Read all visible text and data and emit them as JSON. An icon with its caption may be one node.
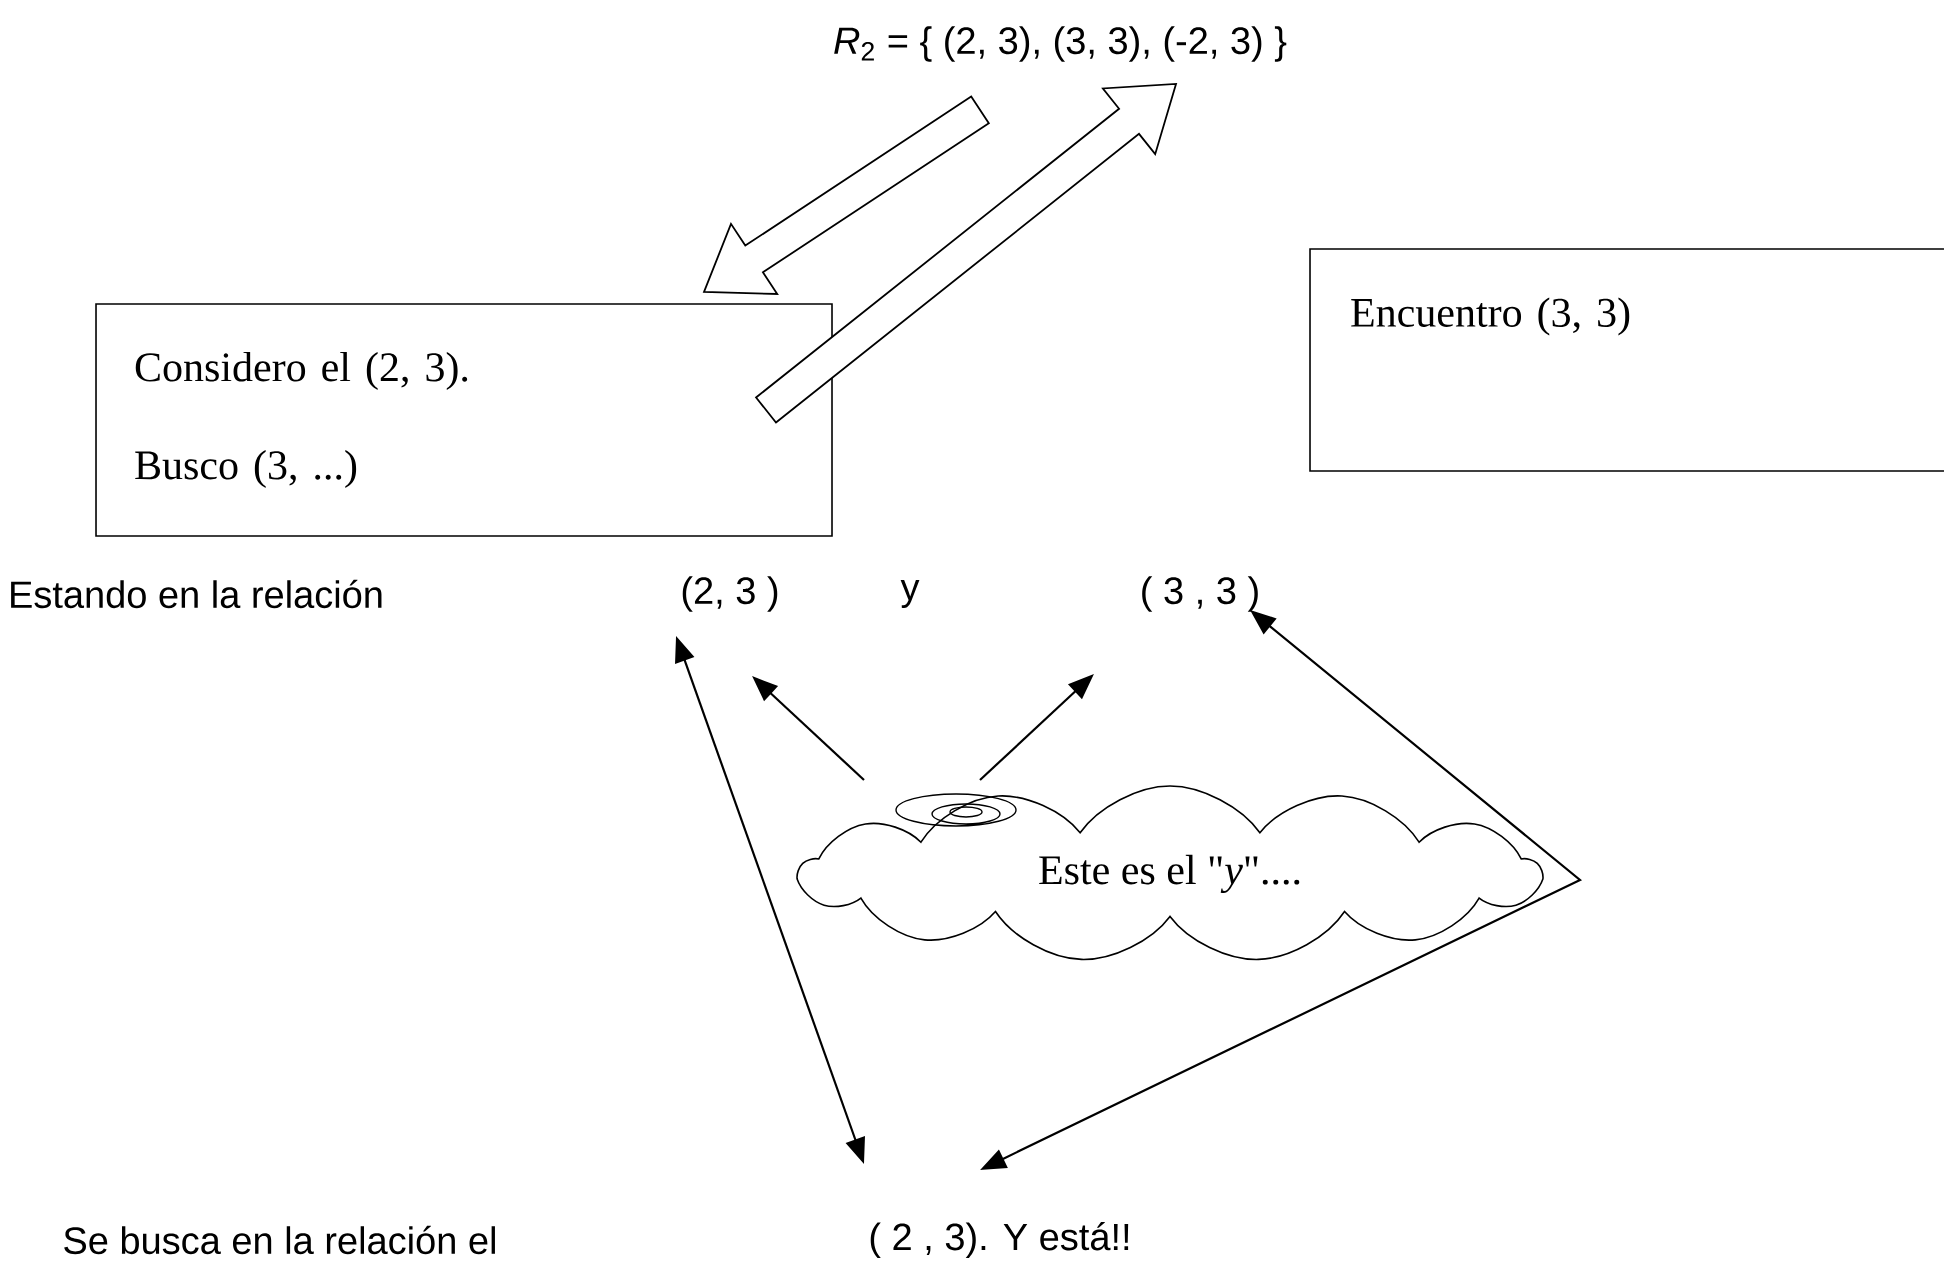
{
  "diagram": {
    "nodes": [
      {
        "text": [
          "*R*$_{2}$ = { (2, 3),  (3, 3), (-2, 3) }"
        ]
      },
      {
        "text": [
          "Considero el (2, 3).",
          "Busco (3, ...)"
        ]
      },
      {
        "text": [
          "Encuentro (3, 3)"
        ]
      },
      {
        "text": [
          "(2,  3 )"
        ]
      },
      {
        "text": [
          "( 3 ,  3 )"
        ]
      },
      {
        "text": [
          "Este es el \"*y*\"...."
        ]
      },
      {
        "text": [
          "( 2 , 3).  Y está!!"
        ]
      }
    ],
    "edges": [
      {
        "from": 0,
        "to": 1,
        "arrow": "to",
        "style": "thick"
      },
      {
        "from": 1,
        "to": 0,
        "arrow": "to",
        "style": "thick"
      },
      {
        "from": 5,
        "to": 3,
        "arrow": "to"
      },
      {
        "from": 5,
        "to": 4,
        "arrow": "to"
      },
      {
        "from": 3,
        "to": 6,
        "arrow": "both"
      },
      {
        "from": 4,
        "to": 6,
        "arrow": "both"
      }
    ],
    "labels": [
      "Estando en la relación",
      "y",
      "Se busca en la relación el"
    ]
  }
}
